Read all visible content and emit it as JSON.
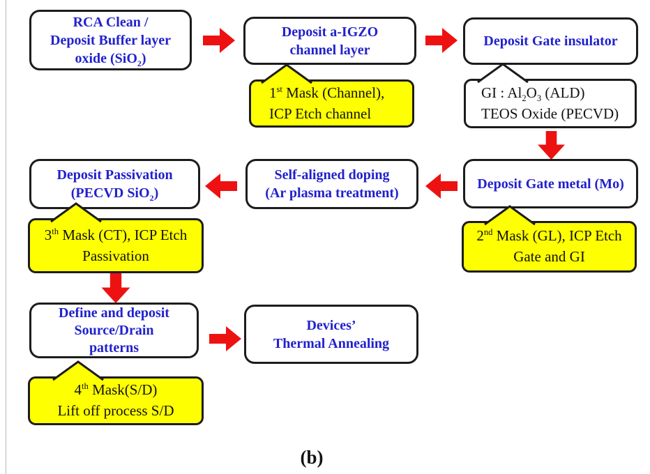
{
  "caption": "(b)",
  "colors": {
    "text_blue": "#2121CE",
    "arrow_red": "#EE1111",
    "callout_yellow": "#FEFF00",
    "border_black": "#1c1c1c"
  },
  "flow": {
    "rca": {
      "lines": [
        [
          "RCA Clean /"
        ],
        [
          "Deposit Buffer layer"
        ],
        [
          "oxide (SiO",
          {
            "t": "2",
            "v": "sub"
          },
          ")"
        ]
      ]
    },
    "igzo": {
      "lines": [
        [
          "Deposit a-IGZO"
        ],
        [
          "channel layer"
        ]
      ]
    },
    "gate_insulator": {
      "lines": [
        [
          "Deposit Gate insulator"
        ]
      ]
    },
    "gate_metal": {
      "lines": [
        [
          "Deposit Gate metal (Mo)"
        ]
      ]
    },
    "doping": {
      "lines": [
        [
          "Self-aligned doping"
        ],
        [
          "(Ar plasma treatment)"
        ]
      ]
    },
    "passivation": {
      "lines": [
        [
          "Deposit Passivation"
        ],
        [
          "(PECVD SiO",
          {
            "t": "2",
            "v": "sub"
          },
          ")"
        ]
      ]
    },
    "define_sd": {
      "lines": [
        [
          "Define and deposit"
        ],
        [
          "Source/Drain"
        ],
        [
          "patterns"
        ]
      ]
    },
    "anneal": {
      "lines": [
        [
          "Devices’"
        ],
        [
          "Thermal Annealing"
        ]
      ]
    }
  },
  "callouts": {
    "mask1": {
      "lines": [
        [
          {
            "t": "1",
            "v": null
          },
          {
            "t": "st",
            "v": "sup"
          },
          " Mask (Channel),"
        ],
        [
          "ICP Etch channel"
        ]
      ]
    },
    "gi": {
      "lines": [
        [
          "GI : Al",
          {
            "t": "2",
            "v": "sub"
          },
          "O",
          {
            "t": "3",
            "v": "sub"
          },
          " (ALD)"
        ],
        [
          "TEOS Oxide (PECVD)"
        ]
      ]
    },
    "mask2": {
      "lines": [
        [
          {
            "t": "2",
            "v": null
          },
          {
            "t": "nd",
            "v": "sup"
          },
          " Mask (GL), ICP Etch"
        ],
        [
          "Gate and GI"
        ]
      ]
    },
    "mask3": {
      "lines": [
        [
          {
            "t": "3",
            "v": null
          },
          {
            "t": "th",
            "v": "sup"
          },
          " Mask (CT), ICP Etch"
        ],
        [
          "Passivation"
        ]
      ]
    },
    "mask4": {
      "lines": [
        [
          {
            "t": "4",
            "v": null
          },
          {
            "t": "th",
            "v": "sup"
          },
          " Mask(S/D)"
        ],
        [
          "Lift off process S/D"
        ]
      ]
    }
  }
}
